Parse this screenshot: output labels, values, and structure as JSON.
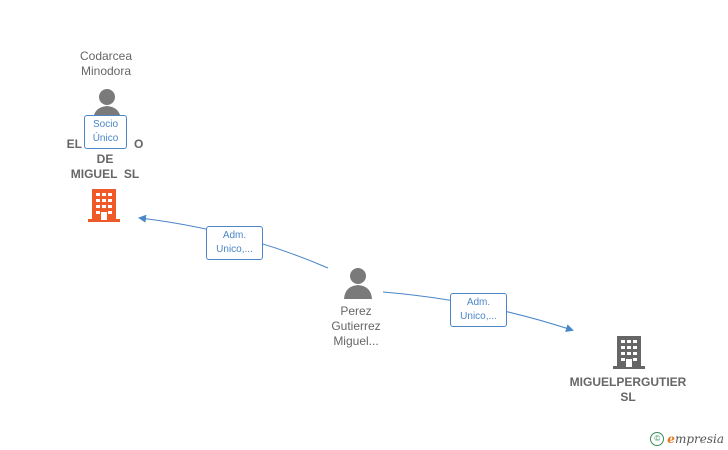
{
  "nodes": {
    "codarcea": {
      "line1": "Codarcea",
      "line2": "Minodora"
    },
    "el_company": {
      "line1": "EL",
      "line1b": "O",
      "line2": "DE",
      "line3": "MIGUEL  SL"
    },
    "perez": {
      "line1": "Perez",
      "line2": "Gutierrez",
      "line3": "Miguel..."
    },
    "miguelpergutier": {
      "line1": "MIGUELPERGUTIER",
      "line2": "SL"
    }
  },
  "edges": {
    "socio": {
      "line1": "Socio",
      "line2": "Único"
    },
    "adm_left": {
      "line1": "Adm.",
      "line2": "Unico,..."
    },
    "adm_right": {
      "line1": "Adm.",
      "line2": "Unico,..."
    }
  },
  "colors": {
    "person": "#7a7a7a",
    "company_highlight": "#f05a28",
    "company": "#666666",
    "edge": "#4a86c8"
  },
  "watermark": {
    "symbol": "©",
    "brand_first": "e",
    "brand_rest": "mpresia"
  }
}
